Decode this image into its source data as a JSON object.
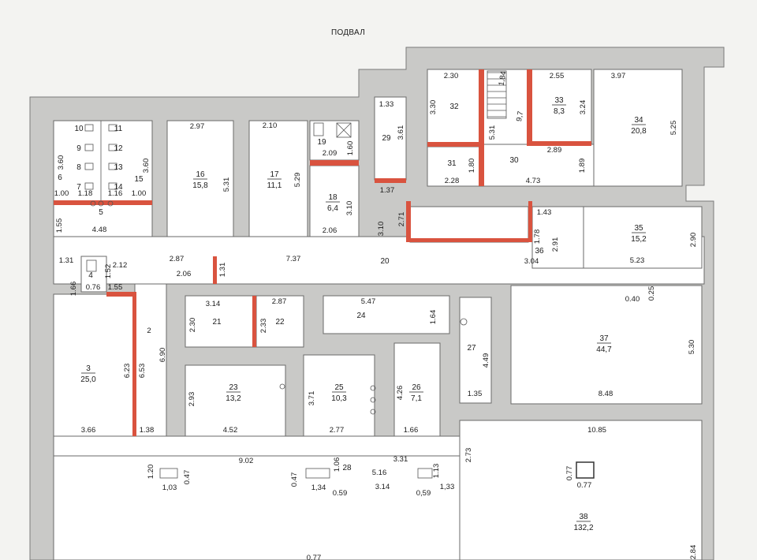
{
  "title": "ПОДВАЛ",
  "colors": {
    "wall": "#c9c9c7",
    "room_fill": "#ffffff",
    "accent_wall": "#d9533f",
    "line": "#6a6a6a",
    "text": "#1b1b1b"
  },
  "rooms": [
    {
      "id": "r1",
      "num": "",
      "area": ""
    },
    {
      "id": "r3",
      "num": "3",
      "area": "25,0"
    },
    {
      "id": "r4",
      "num": "4",
      "area": ""
    },
    {
      "id": "r5",
      "num": "5",
      "area": ""
    },
    {
      "id": "r6",
      "num": "6",
      "area": ""
    },
    {
      "id": "r7",
      "num": "7",
      "area": ""
    },
    {
      "id": "r8",
      "num": "8",
      "area": ""
    },
    {
      "id": "r9",
      "num": "9",
      "area": ""
    },
    {
      "id": "r10",
      "num": "10",
      "area": ""
    },
    {
      "id": "r11",
      "num": "11",
      "area": ""
    },
    {
      "id": "r12",
      "num": "12",
      "area": ""
    },
    {
      "id": "r13",
      "num": "13",
      "area": ""
    },
    {
      "id": "r14",
      "num": "14",
      "area": ""
    },
    {
      "id": "r15",
      "num": "15",
      "area": ""
    },
    {
      "id": "r16",
      "num": "16",
      "area": "15,8"
    },
    {
      "id": "r17",
      "num": "17",
      "area": "11,1"
    },
    {
      "id": "r18",
      "num": "18",
      "area": "6,4"
    },
    {
      "id": "r19",
      "num": "19",
      "area": ""
    },
    {
      "id": "r20",
      "num": "20",
      "area": ""
    },
    {
      "id": "r21",
      "num": "21",
      "area": ""
    },
    {
      "id": "r22",
      "num": "22",
      "area": ""
    },
    {
      "id": "r23",
      "num": "23",
      "area": "13,2"
    },
    {
      "id": "r24",
      "num": "24",
      "area": ""
    },
    {
      "id": "r25",
      "num": "25",
      "area": "10,3"
    },
    {
      "id": "r26",
      "num": "26",
      "area": "7,1"
    },
    {
      "id": "r27",
      "num": "27",
      "area": ""
    },
    {
      "id": "r28",
      "num": "28",
      "area": ""
    },
    {
      "id": "r29",
      "num": "29",
      "area": ""
    },
    {
      "id": "r30",
      "num": "30",
      "area": ""
    },
    {
      "id": "r31",
      "num": "31",
      "area": ""
    },
    {
      "id": "r32",
      "num": "32",
      "area": ""
    },
    {
      "id": "r33",
      "num": "33",
      "area": "8,3"
    },
    {
      "id": "r34",
      "num": "34",
      "area": "20,8"
    },
    {
      "id": "r35",
      "num": "35",
      "area": "15,2"
    },
    {
      "id": "r36",
      "num": "36",
      "area": ""
    },
    {
      "id": "r37",
      "num": "37",
      "area": "44,7"
    },
    {
      "id": "r38",
      "num": "38",
      "area": "132,2"
    }
  ],
  "dimensions": [
    "2.30",
    "1,84",
    "2.55",
    "3.97",
    "3.30",
    "5.31",
    "3.24",
    "5.25",
    "2.89",
    "1.89",
    "1.80",
    "2.28",
    "4.73",
    "1.33",
    "3.61",
    "1.37",
    "3.10",
    "3.10",
    "2.71",
    "2.97",
    "5.31",
    "2.10",
    "5.29",
    "1.60",
    "2.09",
    "2.06",
    "3.60",
    "3.60",
    "1.00",
    "1.18",
    "1.16",
    "1.00",
    "1.55",
    "4.48",
    "1.31",
    "1.66",
    "0.76",
    "1.52",
    "2.12",
    "1.55",
    "2.87",
    "1.31",
    "2.06",
    "7.37",
    "1.43",
    "1.78",
    "2.91",
    "3.04",
    "2.90",
    "5.23",
    "0.40",
    "0.25",
    "5.30",
    "8.48",
    "10.85",
    "3.14",
    "2.87",
    "2.30",
    "2.33",
    "5.47",
    "1.64",
    "2",
    "6.90",
    "6.23",
    "6.53",
    "3.66",
    "1.38",
    "2.93",
    "4.52",
    "3.71",
    "2.77",
    "4.26",
    "1.66",
    "4.49",
    "1.35",
    "9.02",
    "1.20",
    "0.47",
    "1,03",
    "0.47",
    "1.06",
    "1,34",
    "0.59",
    "5.16",
    "3.14",
    "0,59",
    "3.31",
    "1.13",
    "1,33",
    "2.73",
    "0.77",
    "0.77",
    "2.84",
    "0.77",
    "9,7"
  ]
}
